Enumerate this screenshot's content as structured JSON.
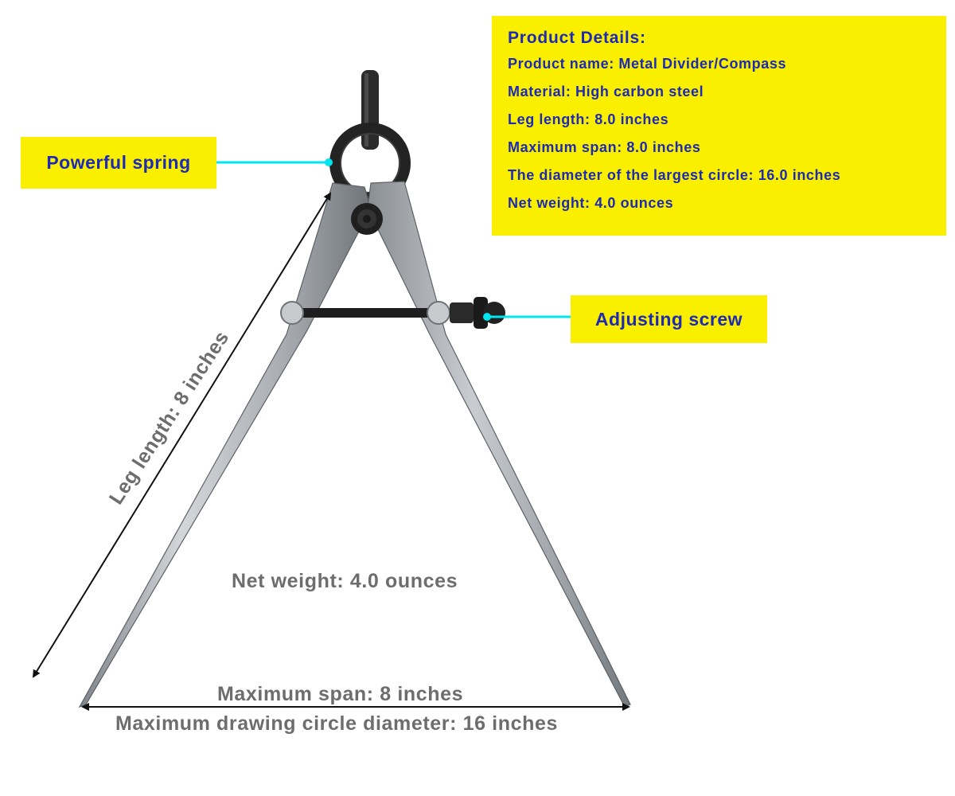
{
  "callouts": {
    "spring": "Powerful spring",
    "adjusting_screw": "Adjusting screw"
  },
  "details": {
    "title": "Product Details:",
    "lines": [
      "Product name: Metal Divider/Compass",
      "Material: High carbon steel",
      "Leg length: 8.0 inches",
      "Maximum span: 8.0 inches",
      "The diameter of the largest circle: 16.0 inches",
      "Net weight: 4.0 ounces"
    ]
  },
  "annotations": {
    "leg_length": "Leg length: 8 inches",
    "net_weight": "Net weight: 4.0 ounces",
    "max_span": "Maximum span: 8 inches",
    "max_circle": "Maximum drawing circle diameter: 16 inches"
  },
  "colors": {
    "callout_bg": "#fbef00",
    "callout_text": "#1c2ab5",
    "leader_line": "#00e5f0",
    "annotation_text": "#6d6d6d",
    "steel": "#b8bcc0"
  }
}
